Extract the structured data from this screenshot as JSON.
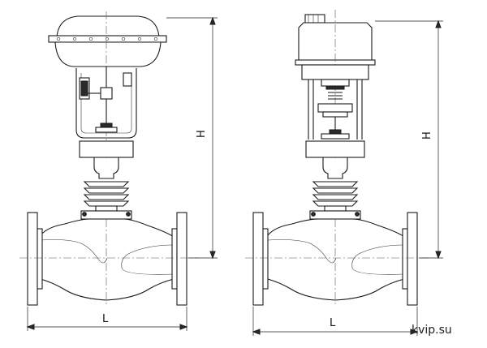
{
  "labels": {
    "left_length": "L",
    "left_height": "H",
    "right_length": "L",
    "right_height": "H"
  },
  "watermark": "kvip.su"
}
